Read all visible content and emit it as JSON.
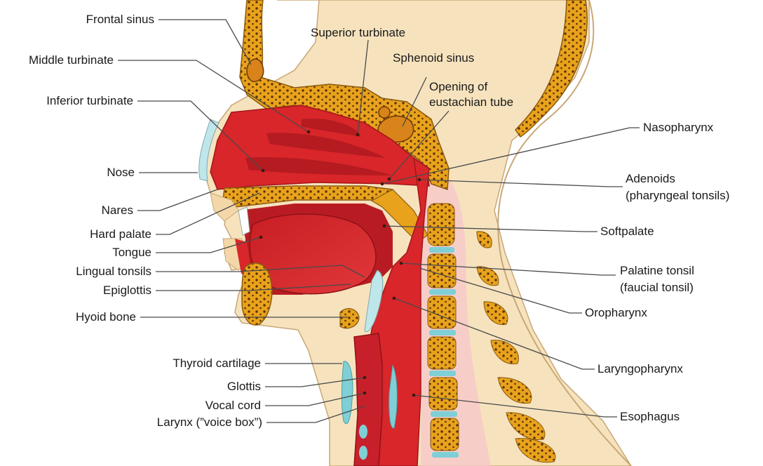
{
  "labels": {
    "frontal_sinus": "Frontal sinus",
    "middle_turbinate": "Middle turbinate",
    "inferior_turbinate": "Inferior turbinate",
    "nose": "Nose",
    "nares": "Nares",
    "hard_palate": "Hard palate",
    "tongue": "Tongue",
    "lingual_tonsils": "Lingual tonsils",
    "epiglottis": "Epiglottis",
    "hyoid_bone": "Hyoid bone",
    "thyroid_cartilage": "Thyroid cartilage",
    "glottis": "Glottis",
    "vocal_cord": "Vocal cord",
    "larynx": "Larynx (”voice box”)",
    "superior_turbinate": "Superior turbinate",
    "sphenoid_sinus": "Sphenoid sinus",
    "opening_eustachian_1": "Opening of",
    "opening_eustachian_2": "eustachian tube",
    "nasopharynx": "Nasopharynx",
    "adenoids_1": "Adenoids",
    "adenoids_2": "(pharyngeal tonsils)",
    "softpalate": "Softpalate",
    "palatine_1": "Palatine tonsil",
    "palatine_2": "(faucial tonsil)",
    "oropharynx": "Oropharynx",
    "laryngopharynx": "Laryngopharynx",
    "esophagus": "Esophagus"
  },
  "colors": {
    "bone": "#E8A21C",
    "bone_dark": "#5A3206",
    "skin": "#F6E3BE",
    "cavity": "#D8262A",
    "cavity_dark": "#A3161B",
    "cartilage": "#7FCFD6",
    "mucosa_glow": "#F7C7C9",
    "leader": "#4a4a4a"
  }
}
